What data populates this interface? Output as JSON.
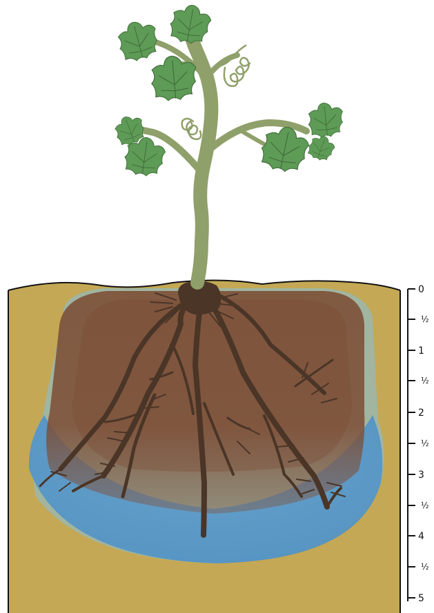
{
  "colors": {
    "soil": "#C4A855",
    "moist_outer": "#9DB6A9",
    "water": "#5E9FCF",
    "root_zone": "#7A4A33",
    "root": "#4A3527",
    "stem": "#8FA06A",
    "leaf": "#5E9B56",
    "leaf_outline": "#3F6A3A",
    "tendril": "#8FA06A",
    "scale_line": "#111111"
  },
  "icons": {
    "leaf": "grape-leaf-icon",
    "tendril": "tendril-icon",
    "root": "root-icon"
  },
  "depth_scale": {
    "labels": [
      "0",
      "½",
      "1",
      "½",
      "2",
      "½",
      "3",
      "½",
      "4",
      "½",
      "5"
    ]
  }
}
